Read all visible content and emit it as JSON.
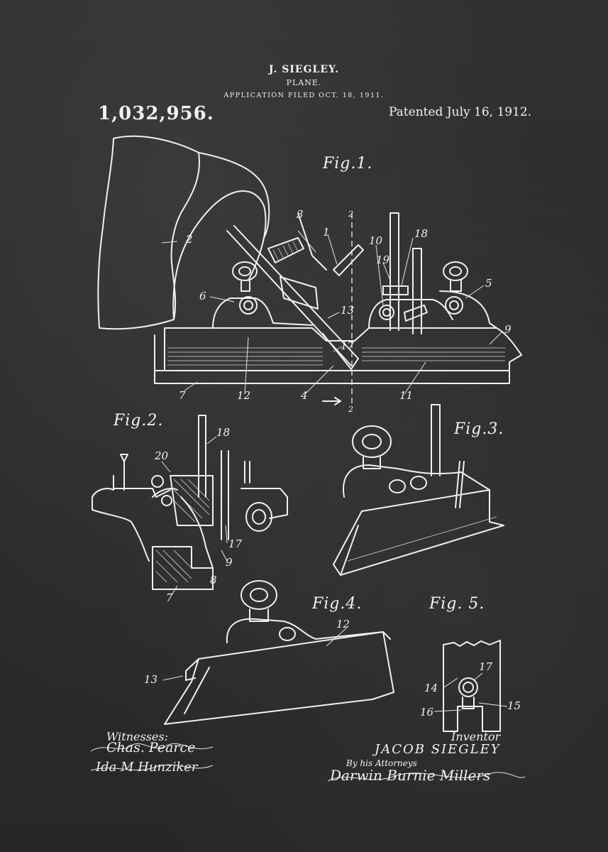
{
  "header": {
    "inventor_name": "J. SIEGLEY.",
    "title": "PLANE.",
    "filed": "APPLICATION FILED OCT. 18, 1911.",
    "patent_number": "1,032,956.",
    "patented": "Patented July 16, 1912."
  },
  "figures": {
    "fig1": "Fig.1.",
    "fig2": "Fig.2.",
    "fig3": "Fig.3.",
    "fig4": "Fig.4.",
    "fig5": "Fig. 5."
  },
  "fig1_callouts": [
    "1",
    "2",
    "3",
    "4",
    "5",
    "6",
    "7",
    "9",
    "10",
    "11",
    "12",
    "13",
    "17",
    "18",
    "19"
  ],
  "section_mark": "2",
  "fig2_callouts": [
    "7",
    "8",
    "9",
    "17",
    "18",
    "20"
  ],
  "fig4_callouts": [
    "12",
    "13"
  ],
  "fig5_callouts": [
    "14",
    "15",
    "16",
    "17"
  ],
  "witnesses": {
    "label": "Witnesses:",
    "sig1": "Chas. Pearce",
    "sig2": "Ida M Hunziker"
  },
  "inventor": {
    "label": "Inventor",
    "name": "JACOB SIEGLEY",
    "by": "By his Attorneys",
    "attorneys": "Darwin Burnie Millers"
  },
  "colors": {
    "background": "#2b2b2b",
    "line": "#f0f0f0"
  }
}
